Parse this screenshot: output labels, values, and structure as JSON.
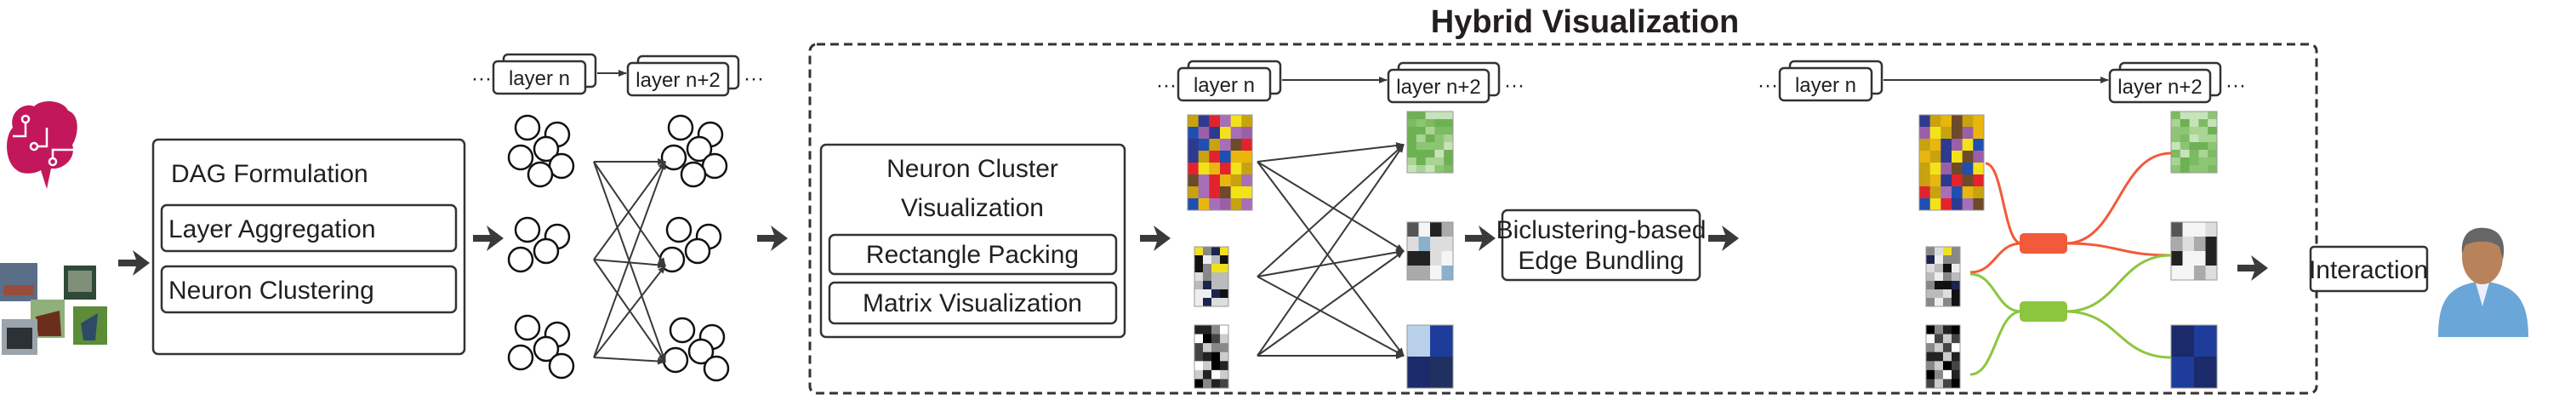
{
  "title": "Hybrid Visualization",
  "dag": {
    "title": "DAG Formulation",
    "steps": [
      "Layer Aggregation",
      "Neuron Clustering"
    ]
  },
  "neuron_cluster": {
    "title_lines": [
      "Neuron Cluster",
      "Visualization"
    ],
    "steps": [
      "Rectangle Packing",
      "Matrix Visualization"
    ]
  },
  "edge_bundling": {
    "lines": [
      "Biclustering-based",
      "Edge Bundling"
    ]
  },
  "interaction": "Interaction",
  "layers": {
    "source": "layer n",
    "target": "layer n+2",
    "ellipsis": "···"
  },
  "colors": {
    "bundle_orange": "#f15a3a",
    "bundle_green": "#8cc63f",
    "brain": "#c2185b",
    "arrow": "#3a3a3a"
  }
}
